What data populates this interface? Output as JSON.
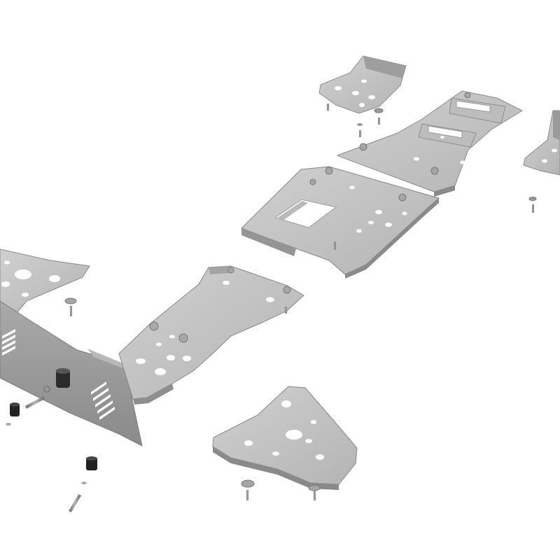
{
  "image": {
    "kind": "exploded product render",
    "background": "#ffffff",
    "colors": {
      "plate_light": "#c7c7c7",
      "plate_mid": "#b6b6b6",
      "plate_dark": "#9a9a9a",
      "plate_shadow": "#7e7e7e",
      "hole": "#ffffff",
      "bolt": "#8d8d8d",
      "bushing": "#222222"
    },
    "parts": [
      "top-left-bracket-plate",
      "front-mid-plate",
      "rear-main-plate",
      "rear-center-plate",
      "far-right-bracket",
      "left-skid-plate",
      "front-bumper-plate",
      "center-long-plate",
      "lower-triangular-bracket",
      "fastener-set"
    ]
  }
}
